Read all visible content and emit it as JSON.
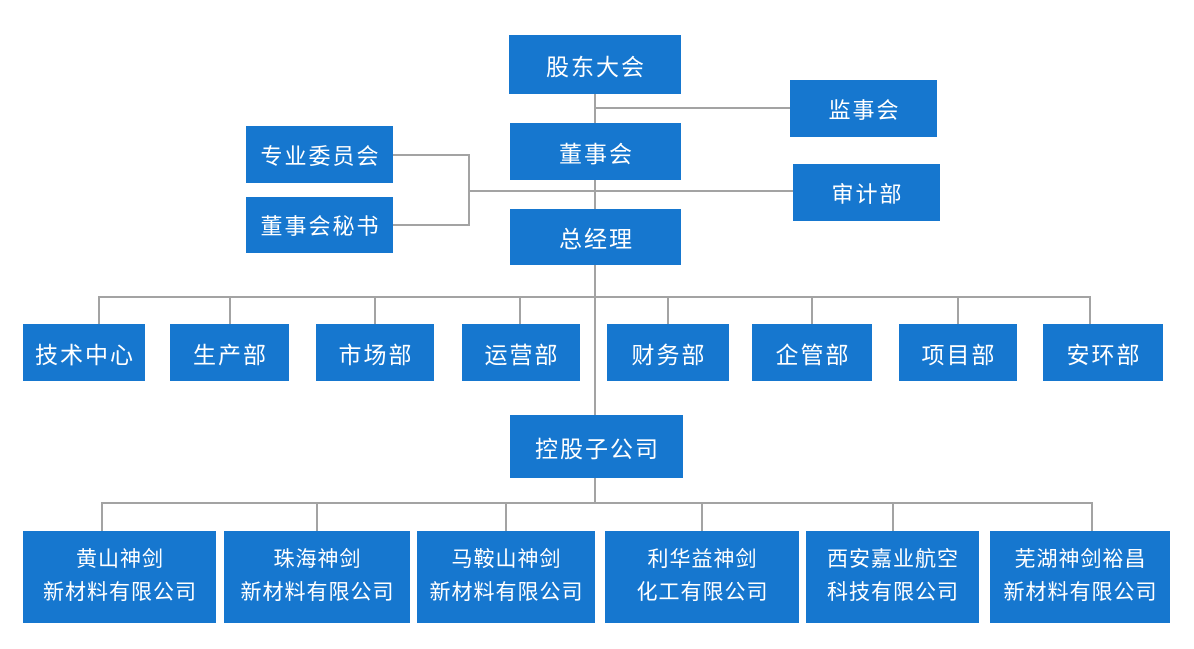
{
  "colors": {
    "node_bg": "#1677CF",
    "node_text": "#FFFFFF",
    "connector": "#A3A3A3",
    "background": "#FFFFFF"
  },
  "nodes": {
    "shareholders_meeting": "股东大会",
    "supervisory_board": "监事会",
    "board_of_directors": "董事会",
    "special_committee": "专业委员会",
    "board_secretary": "董事会秘书",
    "audit_department": "审计部",
    "general_manager": "总经理",
    "holding_subsidiaries": "控股子公司"
  },
  "departments": [
    "技术中心",
    "生产部",
    "市场部",
    "运营部",
    "财务部",
    "企管部",
    "项目部",
    "安环部"
  ],
  "subsidiaries": [
    {
      "lines": [
        "黄山神剑",
        "新材料有限公司"
      ]
    },
    {
      "lines": [
        "珠海神剑",
        "新材料有限公司"
      ]
    },
    {
      "lines": [
        "马鞍山神剑",
        "新材料有限公司"
      ]
    },
    {
      "lines": [
        "利华益神剑",
        "化工有限公司"
      ]
    },
    {
      "lines": [
        "西安嘉业航空",
        "科技有限公司"
      ]
    },
    {
      "lines": [
        "芜湖神剑裕昌",
        "新材料有限公司"
      ]
    }
  ]
}
